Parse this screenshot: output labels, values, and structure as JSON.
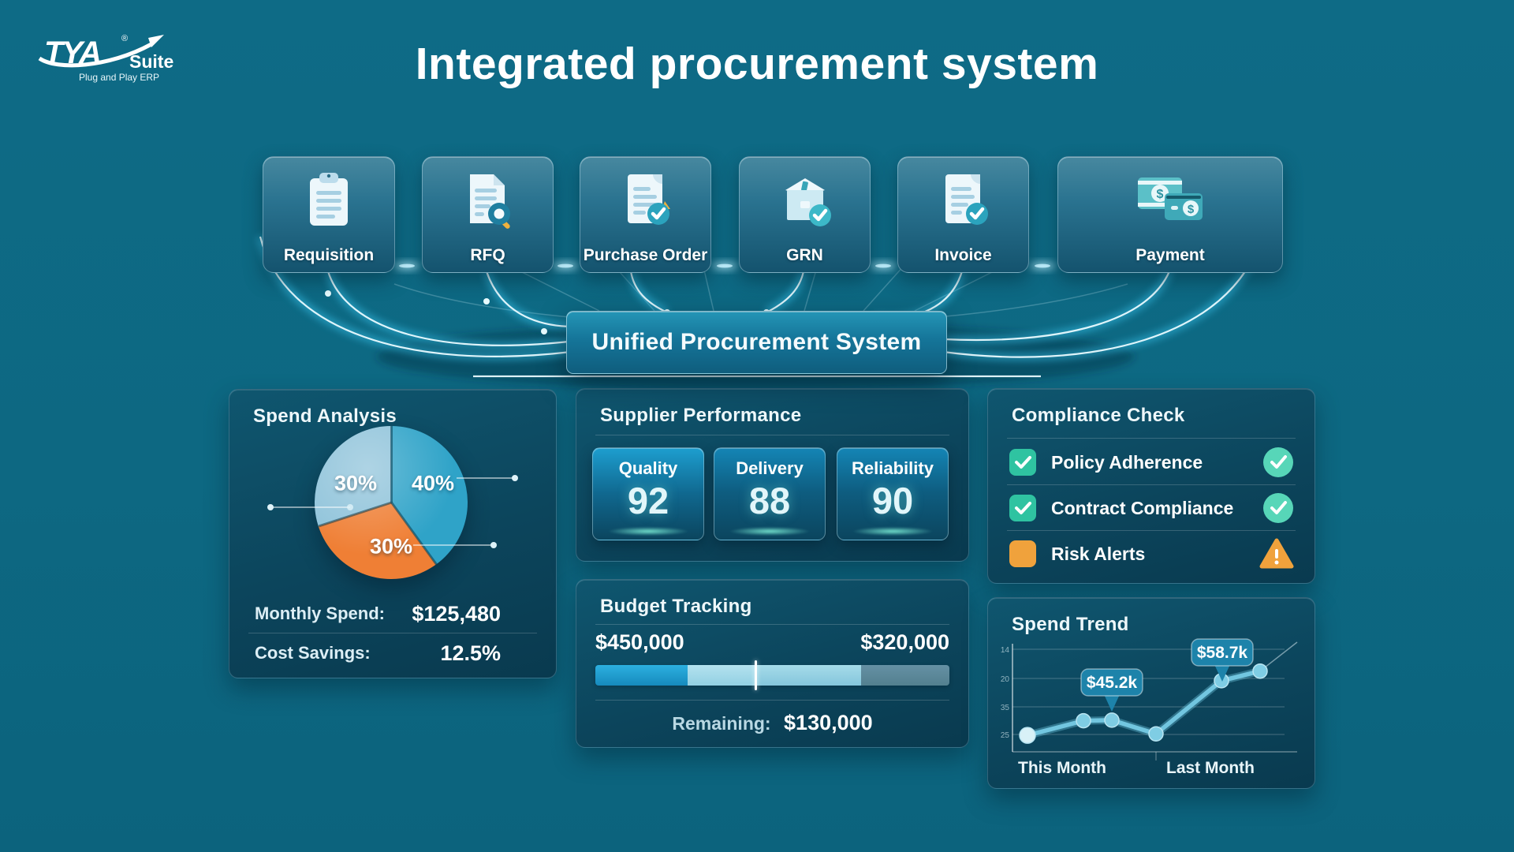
{
  "logo": {
    "brand": "TYA",
    "registered": "®",
    "product": "Suite",
    "tagline": "Plug and Play ERP"
  },
  "header": {
    "title": "Integrated procurement system"
  },
  "flow": {
    "steps": [
      {
        "label": "Requisition",
        "icon": "clipboard-icon"
      },
      {
        "label": "RFQ",
        "icon": "document-search-icon"
      },
      {
        "label": "Purchase Order",
        "icon": "document-check-icon"
      },
      {
        "label": "GRN",
        "icon": "box-check-icon"
      },
      {
        "label": "Invoice",
        "icon": "invoice-check-icon"
      },
      {
        "label": "Payment",
        "icon": "payment-cards-icon"
      }
    ],
    "hub_label": "Unified Procurement System"
  },
  "spend_analysis": {
    "title": "Spend Analysis",
    "rows": [
      {
        "label": "Monthly Spend:",
        "value": "$125,480"
      },
      {
        "label": "Cost Savings:",
        "value": "12.5%"
      }
    ]
  },
  "supplier_performance": {
    "title": "Supplier Performance",
    "metrics": [
      {
        "label": "Quality",
        "value": "92"
      },
      {
        "label": "Delivery",
        "value": "88"
      },
      {
        "label": "Reliability",
        "value": "90"
      }
    ]
  },
  "budget_tracking": {
    "title": "Budget Tracking",
    "left_amount": "$450,000",
    "right_amount": "$320,000",
    "remaining_label": "Remaining:",
    "remaining_value": "$130,000"
  },
  "compliance_check": {
    "title": "Compliance Check",
    "items": [
      {
        "label": "Policy Adherence",
        "status": "ok"
      },
      {
        "label": "Contract Compliance",
        "status": "ok"
      },
      {
        "label": "Risk Alerts",
        "status": "warning"
      }
    ]
  },
  "spend_trend": {
    "title": "Spend Trend",
    "x_labels": [
      "This Month",
      "Last Month"
    ]
  },
  "colors": {
    "background": "#0d6882",
    "panel": "#0c455c",
    "accent_cyan": "#3fd4ff",
    "pie_blue": "#2fa3c8",
    "pie_orange": "#ef7f35",
    "pie_lightblue": "#8fc3da",
    "check_teal": "#2fc3a1",
    "warning_orange": "#f0a23c"
  },
  "chart_data": [
    {
      "type": "pie",
      "title": "Spend Analysis",
      "start_angle": "top",
      "direction": "clockwise",
      "slices": [
        {
          "label": "40%",
          "value": 40,
          "color": "#2fa3c8"
        },
        {
          "label": "30%",
          "value": 30,
          "color": "#ef7f35"
        },
        {
          "label": "30%",
          "value": 30,
          "color": "#8fc3da"
        }
      ],
      "annotations": {
        "monthly_spend": "$125,480",
        "cost_savings": "12.5%"
      }
    },
    {
      "type": "bar",
      "title": "Budget Tracking",
      "labels": {
        "left": "$450,000",
        "right": "$320,000",
        "remaining": "$130,000"
      },
      "values": {
        "total": 450000,
        "spent": 320000,
        "remaining": 130000
      },
      "marker_position_pct": 45.5
    },
    {
      "type": "line",
      "title": "Spend Trend",
      "x_labels": [
        "This Month",
        "Last Month"
      ],
      "y_tick_labels": [
        "14",
        "20",
        "35",
        "25"
      ],
      "series": [
        {
          "name": "Spend",
          "values_k": [
            40,
            45,
            45.2,
            40.5,
            58.7,
            62
          ]
        }
      ],
      "annotations": [
        {
          "index": 2,
          "label": "$45.2k"
        },
        {
          "index": 4,
          "label": "$58.7k"
        }
      ]
    }
  ]
}
